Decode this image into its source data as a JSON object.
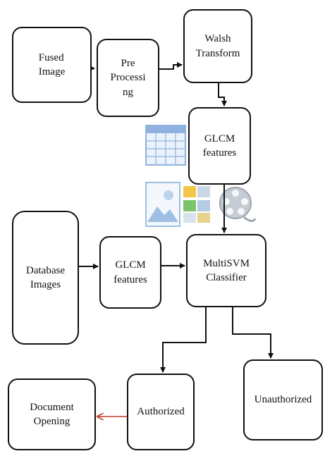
{
  "nodes": {
    "fused_image": "Fused\nImage",
    "pre_processing": "Pre\nProcessi\nng",
    "walsh_transform": "Walsh\nTransform",
    "glcm_features_top": "GLCM\nfeatures",
    "database_images": "Database\nImages",
    "glcm_features_mid": "GLCM\nfeatures",
    "multisvm_classifier": "MultiSVM\nClassifier",
    "document_opening": "Document\nOpening",
    "authorized": "Authorized",
    "unauthorized": "Unauthorized"
  },
  "colors": {
    "stroke": "#111111",
    "highlight_arrow": "#c0392b",
    "deco_blue": "#8fb3de",
    "deco_yellow": "#f3c74a",
    "deco_green": "#7dc36b",
    "deco_grey": "#9aa7b3"
  },
  "decorations": [
    "table-icon",
    "picture-icon",
    "shapes-icon",
    "film-reel-icon"
  ]
}
